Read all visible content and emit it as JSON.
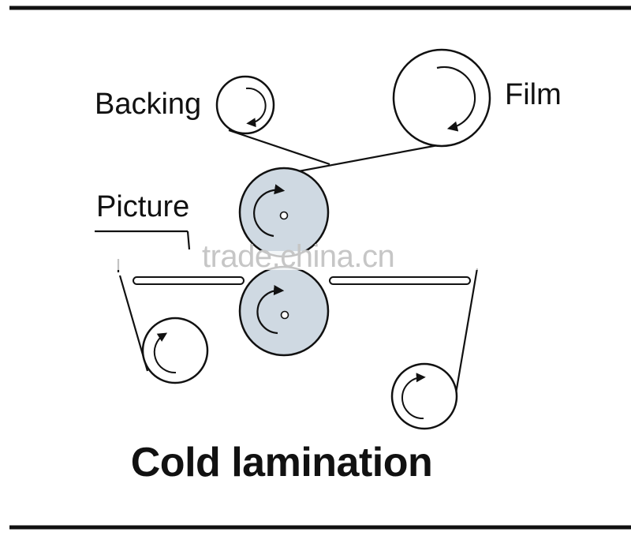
{
  "labels": {
    "backing": "Backing",
    "film": "Film",
    "picture": "Picture"
  },
  "title": "Cold lamination",
  "watermark": "trade.china.cn",
  "colors": {
    "roller_fill": "#cfd9e2",
    "line": "#111111",
    "watermark": "#c6c6c6"
  },
  "icons": [
    "clockwise-arrow",
    "counterclockwise-arrow"
  ]
}
